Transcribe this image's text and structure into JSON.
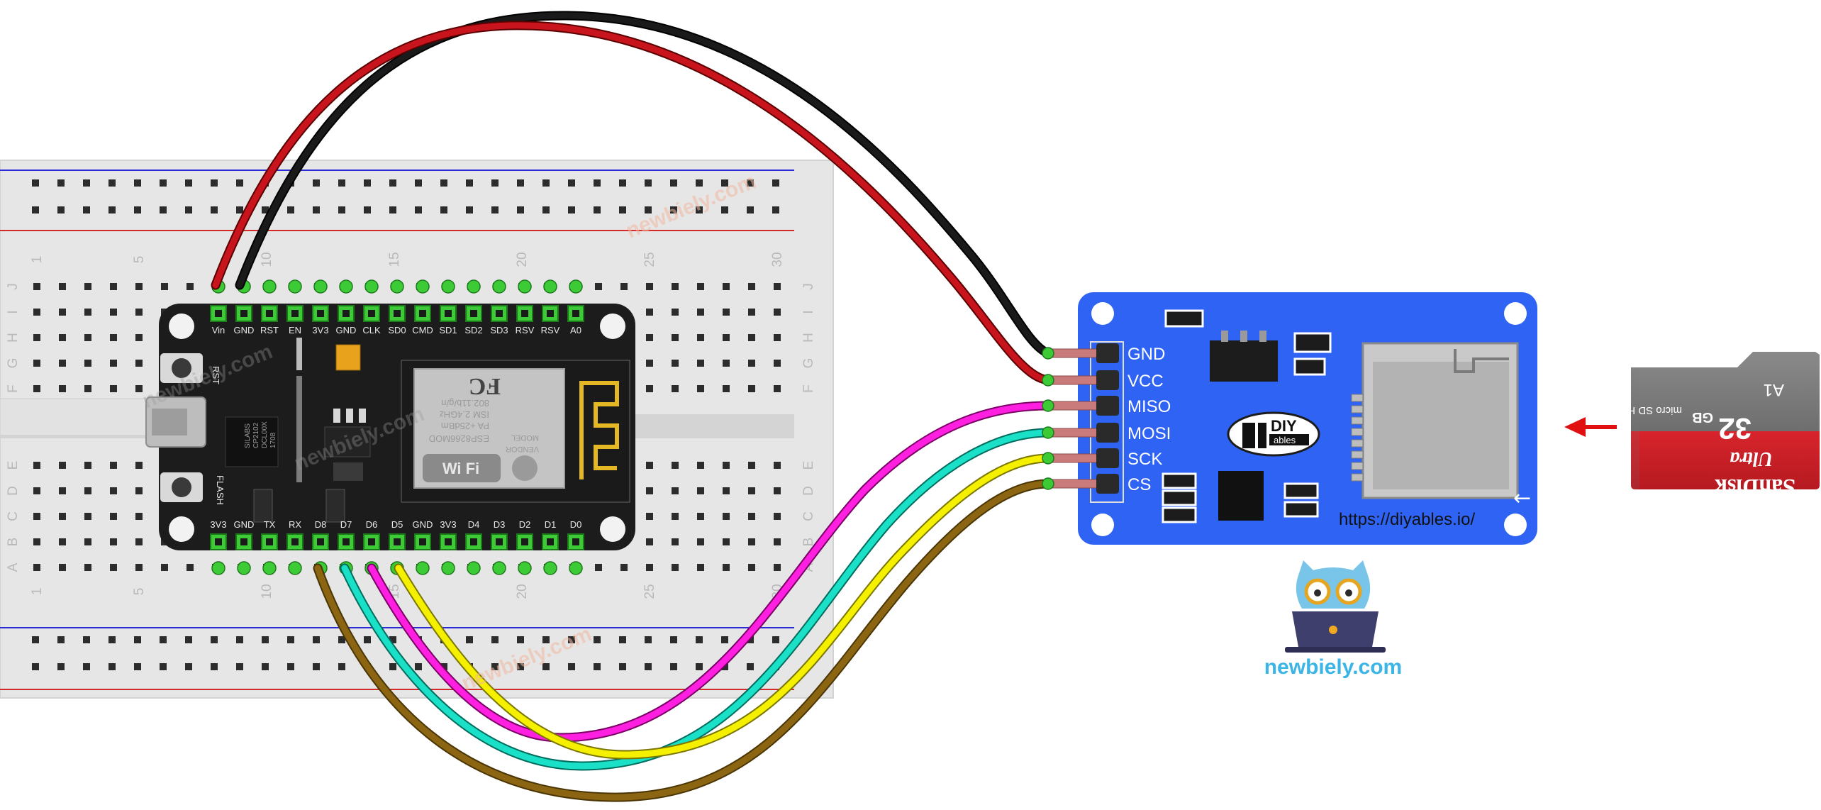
{
  "board_top_pins": [
    "Vin",
    "GND",
    "RST",
    "EN",
    "3V3",
    "GND",
    "CLK",
    "SD0",
    "CMD",
    "SD1",
    "SD2",
    "SD3",
    "RSV",
    "RSV",
    "A0"
  ],
  "board_bottom_pins": [
    "3V3",
    "GND",
    "TX",
    "RX",
    "D8",
    "D7",
    "D6",
    "D5",
    "GND",
    "3V3",
    "D4",
    "D3",
    "D2",
    "D1",
    "D0"
  ],
  "board_labels": {
    "rst_button": "RST",
    "flash_button": "FLASH",
    "usb_chip_1": "SILABS",
    "usb_chip_2": "CP2102",
    "usb_chip_3": "DCL00X",
    "usb_chip_4": "1708",
    "wifi_fc": "FC",
    "wifi_line_1": "802.11b/g/n",
    "wifi_line_2": "ISM 2.4GHz",
    "wifi_line_3": "PA +25dBm",
    "wifi_model": "ESP8266MOD",
    "wifi_vendor": "VENDOR",
    "wifi_model_label": "MODEL",
    "wifi_logo": "Wi Fi"
  },
  "breadboard": {
    "column_numbers": [
      "1",
      "5",
      "10",
      "15",
      "20",
      "25",
      "30"
    ],
    "row_letters": [
      "J",
      "I",
      "H",
      "G",
      "F",
      "E",
      "D",
      "C",
      "B",
      "A"
    ]
  },
  "sd_module": {
    "pins": [
      "GND",
      "VCC",
      "MISO",
      "MOSI",
      "SCK",
      "CS"
    ],
    "url": "https://diyables.io/",
    "logo_top": "DIY",
    "logo_bottom": "ables"
  },
  "sd_card": {
    "capacity": "32",
    "unit": "GB",
    "class": "A1",
    "brand": "SanDisk",
    "line": "Ultra",
    "type": "micro SD HC I"
  },
  "brand": {
    "watermark": "newbiely.com",
    "site": "newbiely.com"
  },
  "colors": {
    "breadboard": "#e8e8e8",
    "rail_blue": "#2b2bd6",
    "rail_red": "#d42a2a",
    "board_pcb": "#1c1c1c",
    "module_blue": "#2f63f4",
    "wire_vcc": "#c8141c",
    "wire_gnd": "#1a1a1a",
    "wire_miso": "#ff1fe0",
    "wire_mosi": "#19e0c6",
    "wire_sck": "#f4f000",
    "wire_cs": "#8b6512",
    "pin_green": "#3ccb36",
    "brand_cyan": "#3bb4e6",
    "arrow_red": "#e01010"
  },
  "wires": [
    {
      "name": "vcc",
      "from": "Vin",
      "to": "VCC",
      "color": "#c8141c"
    },
    {
      "name": "gnd",
      "from": "GND",
      "to": "GND",
      "color": "#1a1a1a"
    },
    {
      "name": "miso",
      "from": "D6",
      "to": "MISO",
      "color": "#ff1fe0"
    },
    {
      "name": "mosi",
      "from": "D7",
      "to": "MOSI",
      "color": "#19e0c6"
    },
    {
      "name": "sck",
      "from": "D5",
      "to": "SCK",
      "color": "#f4f000"
    },
    {
      "name": "cs",
      "from": "D8",
      "to": "CS",
      "color": "#8b6512"
    }
  ]
}
